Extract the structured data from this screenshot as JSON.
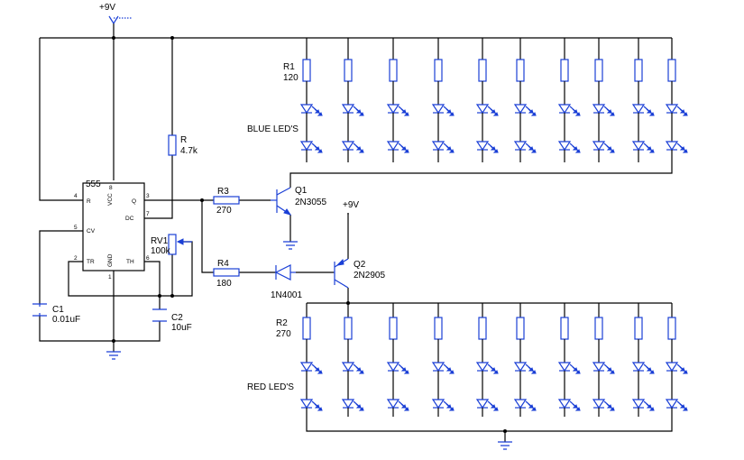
{
  "supply_top": "+9V",
  "supply_q2": "+9V",
  "ic": {
    "name": "555",
    "pins": {
      "p4": "4",
      "p8": "8",
      "p3": "3",
      "p7": "7",
      "p5": "5",
      "p2": "2",
      "p6": "6",
      "p1": "1",
      "R": "R",
      "VCC": "VCC",
      "Q": "Q",
      "DC": "DC",
      "CV": "CV",
      "TR": "TR",
      "GND": "GND",
      "TH": "TH"
    }
  },
  "components": {
    "r1": {
      "ref": "R1",
      "value": "120"
    },
    "r_timing": {
      "ref": "R",
      "value": "4.7k"
    },
    "r3": {
      "ref": "R3",
      "value": "270"
    },
    "r4": {
      "ref": "R4",
      "value": "180"
    },
    "rv1": {
      "ref": "RV1",
      "value": "100k"
    },
    "c1": {
      "ref": "C1",
      "value": "0.01uF"
    },
    "c2": {
      "ref": "C2",
      "value": "10uF"
    },
    "q1": {
      "ref": "Q1",
      "value": "2N3055"
    },
    "q2": {
      "ref": "Q2",
      "value": "2N2905"
    },
    "d1": {
      "value": "1N4001"
    },
    "r2": {
      "ref": "R2",
      "value": "270"
    }
  },
  "labels": {
    "blue_leds": "BLUE LED'S",
    "red_leds": "RED LED'S"
  },
  "colors": {
    "wire": "#000000",
    "component": "#1a3fd6",
    "background": "#ffffff"
  }
}
